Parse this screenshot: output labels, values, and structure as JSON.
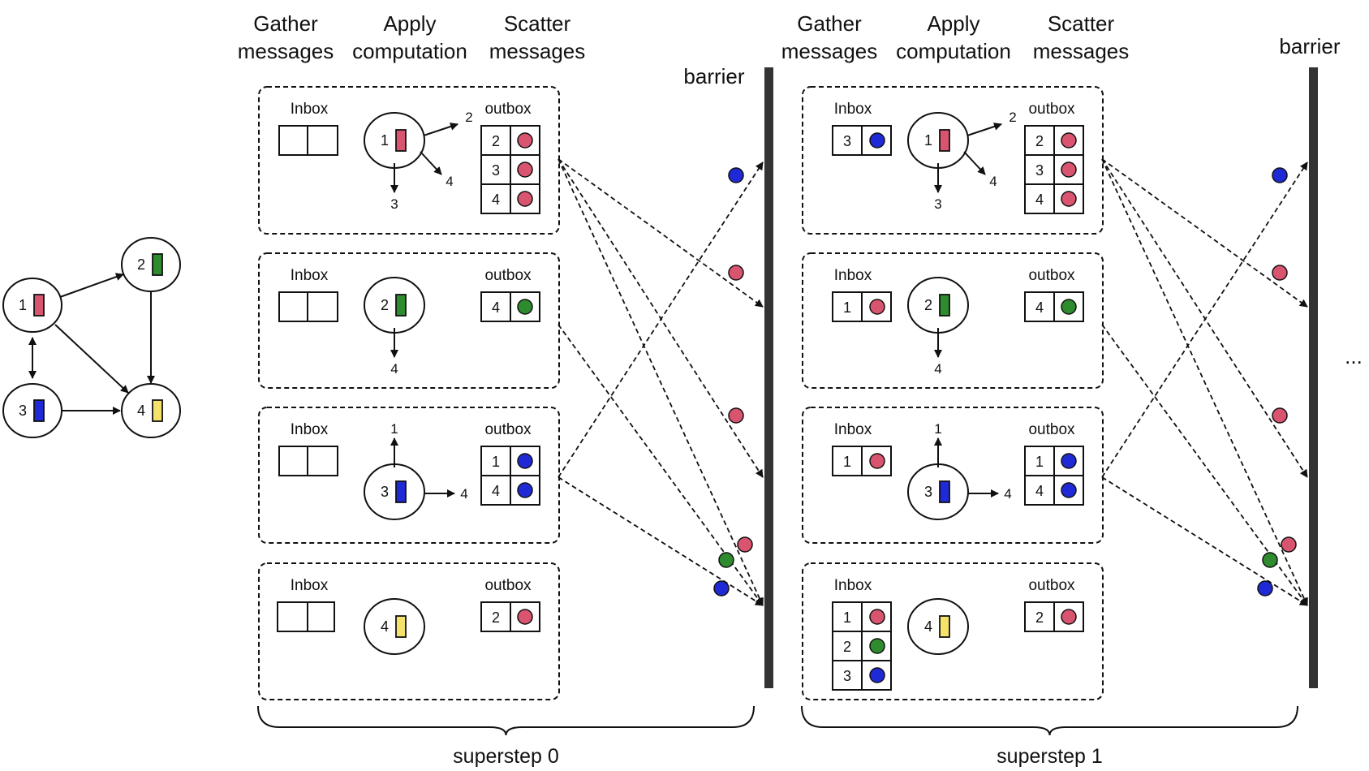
{
  "colors": {
    "red": "#d9546f",
    "green": "#2e8b2e",
    "blue": "#1f2ad6",
    "yellow": "#f5e26b",
    "barrier": "#333333",
    "stroke": "#111111"
  },
  "graph": {
    "nodes": [
      {
        "id": "1",
        "color": "red"
      },
      {
        "id": "2",
        "color": "green"
      },
      {
        "id": "3",
        "color": "blue"
      },
      {
        "id": "4",
        "color": "yellow"
      }
    ]
  },
  "labels": {
    "gather": [
      "Gather",
      "messages"
    ],
    "apply": [
      "Apply",
      "computation"
    ],
    "scatter": [
      "Scatter",
      "messages"
    ],
    "barrier": "barrier",
    "inbox": "Inbox",
    "outbox": "outbox",
    "ellipsis": "..."
  },
  "supersteps": [
    {
      "label": "superstep 0",
      "vertices": [
        {
          "id": "1",
          "color": "red",
          "inbox": [],
          "outbox": [
            {
              "to": "2",
              "color": "red"
            },
            {
              "to": "3",
              "color": "red"
            },
            {
              "to": "4",
              "color": "red"
            }
          ],
          "arrows": [
            "2",
            "4",
            "3"
          ]
        },
        {
          "id": "2",
          "color": "green",
          "inbox": [],
          "outbox": [
            {
              "to": "4",
              "color": "green"
            }
          ],
          "arrows": [
            "4"
          ]
        },
        {
          "id": "3",
          "color": "blue",
          "inbox": [],
          "outbox": [
            {
              "to": "1",
              "color": "blue"
            },
            {
              "to": "4",
              "color": "blue"
            }
          ],
          "arrows": [
            "1",
            "4"
          ]
        },
        {
          "id": "4",
          "color": "yellow",
          "inbox": [],
          "outbox": [
            {
              "to": "2",
              "color": "red"
            }
          ],
          "arrows": []
        }
      ]
    },
    {
      "label": "superstep 1",
      "vertices": [
        {
          "id": "1",
          "color": "red",
          "inbox": [
            {
              "from": "3",
              "color": "blue"
            }
          ],
          "outbox": [
            {
              "to": "2",
              "color": "red"
            },
            {
              "to": "3",
              "color": "red"
            },
            {
              "to": "4",
              "color": "red"
            }
          ],
          "arrows": [
            "2",
            "4",
            "3"
          ]
        },
        {
          "id": "2",
          "color": "green",
          "inbox": [
            {
              "from": "1",
              "color": "red"
            }
          ],
          "outbox": [
            {
              "to": "4",
              "color": "green"
            }
          ],
          "arrows": [
            "4"
          ]
        },
        {
          "id": "3",
          "color": "blue",
          "inbox": [
            {
              "from": "1",
              "color": "red"
            }
          ],
          "outbox": [
            {
              "to": "1",
              "color": "blue"
            },
            {
              "to": "4",
              "color": "blue"
            }
          ],
          "arrows": [
            "1",
            "4"
          ]
        },
        {
          "id": "4",
          "color": "yellow",
          "inbox": [
            {
              "from": "1",
              "color": "red"
            },
            {
              "from": "2",
              "color": "green"
            },
            {
              "from": "3",
              "color": "blue"
            }
          ],
          "outbox": [
            {
              "to": "2",
              "color": "red"
            }
          ],
          "arrows": []
        }
      ]
    }
  ]
}
